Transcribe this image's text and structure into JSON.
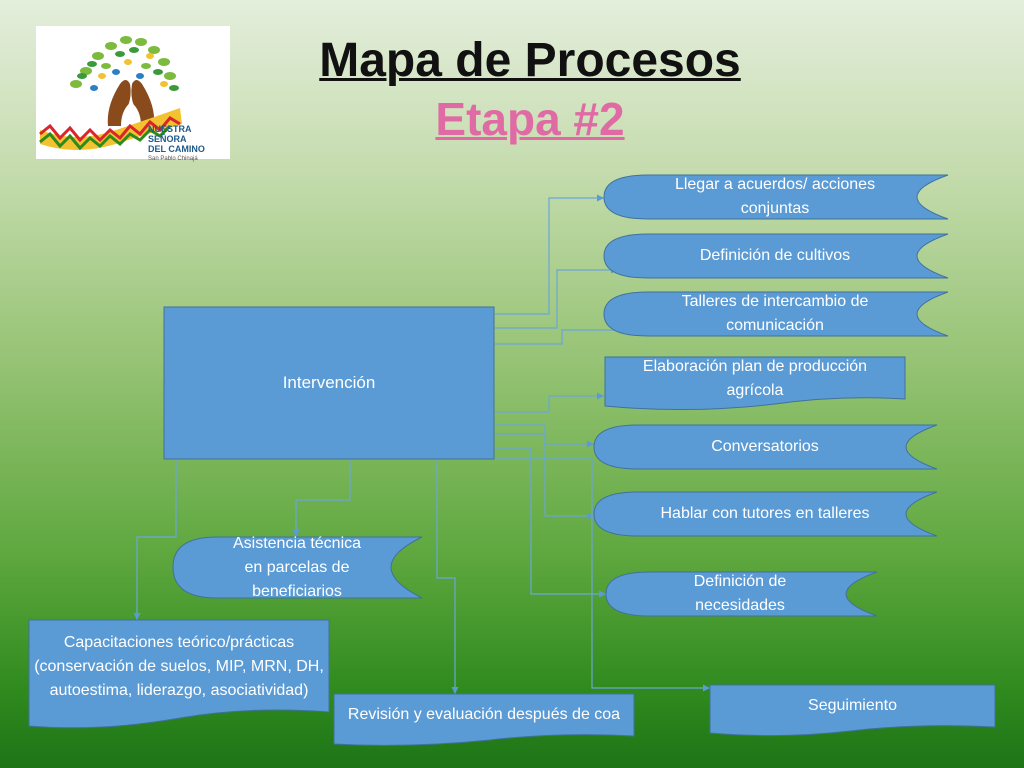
{
  "title": "Mapa de Procesos",
  "subtitle": "Etapa #2",
  "logo": {
    "line1": "NUESTRA SEÑORA",
    "line2": "DEL CAMINO",
    "line3": "San Pablo Chinajá"
  },
  "colors": {
    "box_fill": "#5b9bd5",
    "box_border": "#41719c",
    "connector": "#5b9bd5",
    "subtitle": "#e06aa4"
  },
  "nodes": {
    "root": "Intervención",
    "acuerdos": "Llegar a acuerdos/ acciones conjuntas",
    "cultivos": "Definición de cultivos",
    "talleres": "Talleres de intercambio de comunicación",
    "plan": "Elaboración plan de producción agrícola",
    "conversatorios": "Conversatorios",
    "tutores": "Hablar con tutores en talleres",
    "necesidades": "Definición de necesidades",
    "asistencia": "Asistencia técnica en parcelas de beneficiarios",
    "capacitaciones": "Capacitaciones teórico/prácticas (conservación de suelos, MIP, MRN, DH, autoestima, liderazgo, asociatividad)",
    "revision": "Revisión y evaluación después de coa",
    "seguimiento": "Seguimiento"
  }
}
